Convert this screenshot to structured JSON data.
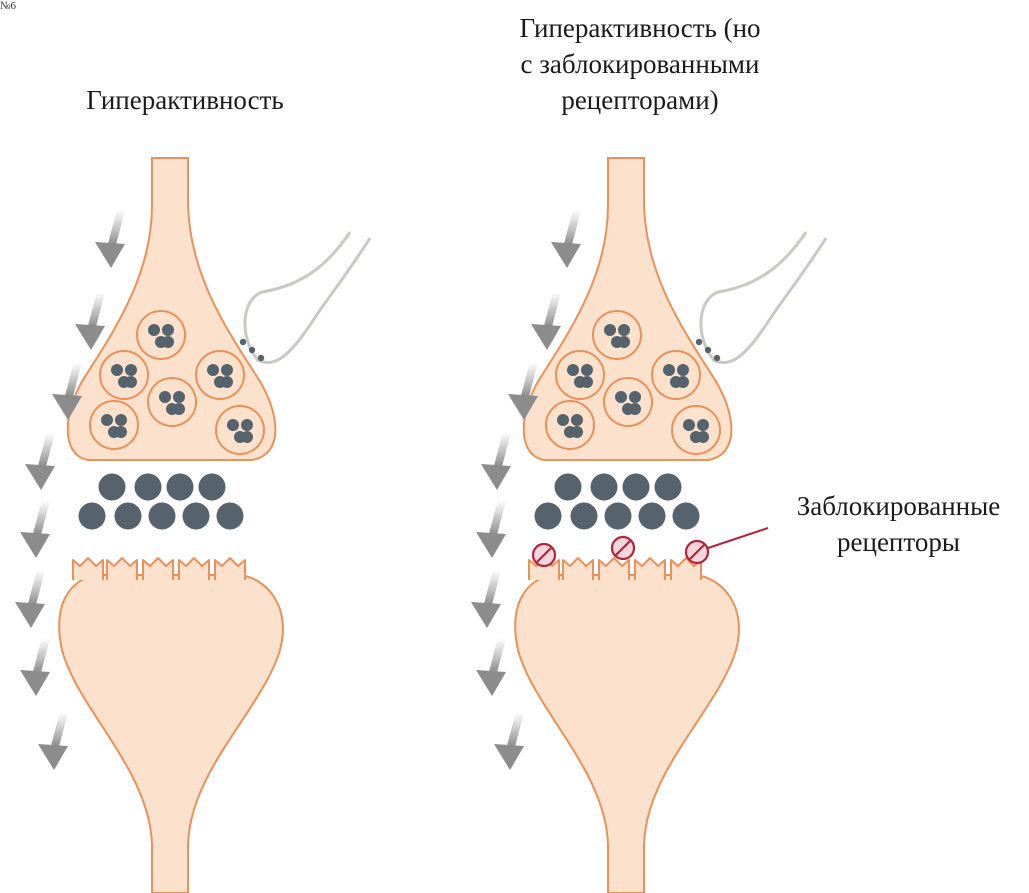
{
  "corner_mark": "№6",
  "panels": {
    "left": {
      "title": "Гиперактивность"
    },
    "right": {
      "title": "Гиперактивность (но\nс заблокированными\nрецепторами)"
    }
  },
  "annotation": {
    "blocked_receptors": "Заблокированные\nрецепторы"
  },
  "colors": {
    "neuron_fill": "#fce1cc",
    "neuron_stroke": "#e8915a",
    "neurotransmitter": "#56626c",
    "glial_stroke": "#c9c9c2",
    "blocker": "#b0243a",
    "arrow": "#8c8c8c"
  }
}
